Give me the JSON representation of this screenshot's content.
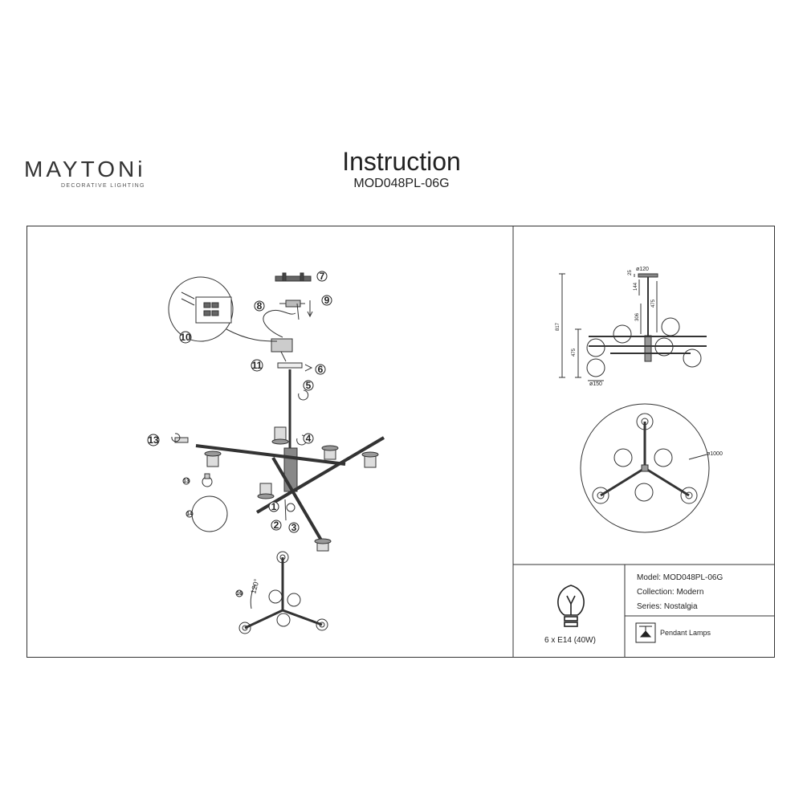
{
  "brand": {
    "name": "MAYTONi",
    "tagline": "DECORATIVE LIGHTING"
  },
  "header": {
    "title": "Instruction",
    "model_code": "MOD048PL-06G"
  },
  "assembly": {
    "callouts": [
      "1",
      "2",
      "3",
      "4",
      "5",
      "6",
      "7",
      "8",
      "9",
      "10",
      "11",
      "13",
      "13",
      "14",
      "16"
    ],
    "angle_label": "120°"
  },
  "dimensions": {
    "top_diameter": "ø120",
    "h25": "25",
    "h144": "144",
    "h306": "306",
    "h475_right": "475",
    "h817": "817",
    "h475_left": "475",
    "shade_diameter": "ø150",
    "overall_diameter": "ø1000"
  },
  "bulb": {
    "label": "6 x E14 (40W)",
    "icon": "bulb-icon"
  },
  "specs": {
    "model": "Model: MOD048PL-06G",
    "collection": "Collection: Modern",
    "series": "Series: Nostalgia",
    "category": "Pendant Lamps",
    "category_icon": "pendant-lamp-icon"
  },
  "colors": {
    "line": "#333333",
    "text": "#222222",
    "background": "#ffffff"
  }
}
